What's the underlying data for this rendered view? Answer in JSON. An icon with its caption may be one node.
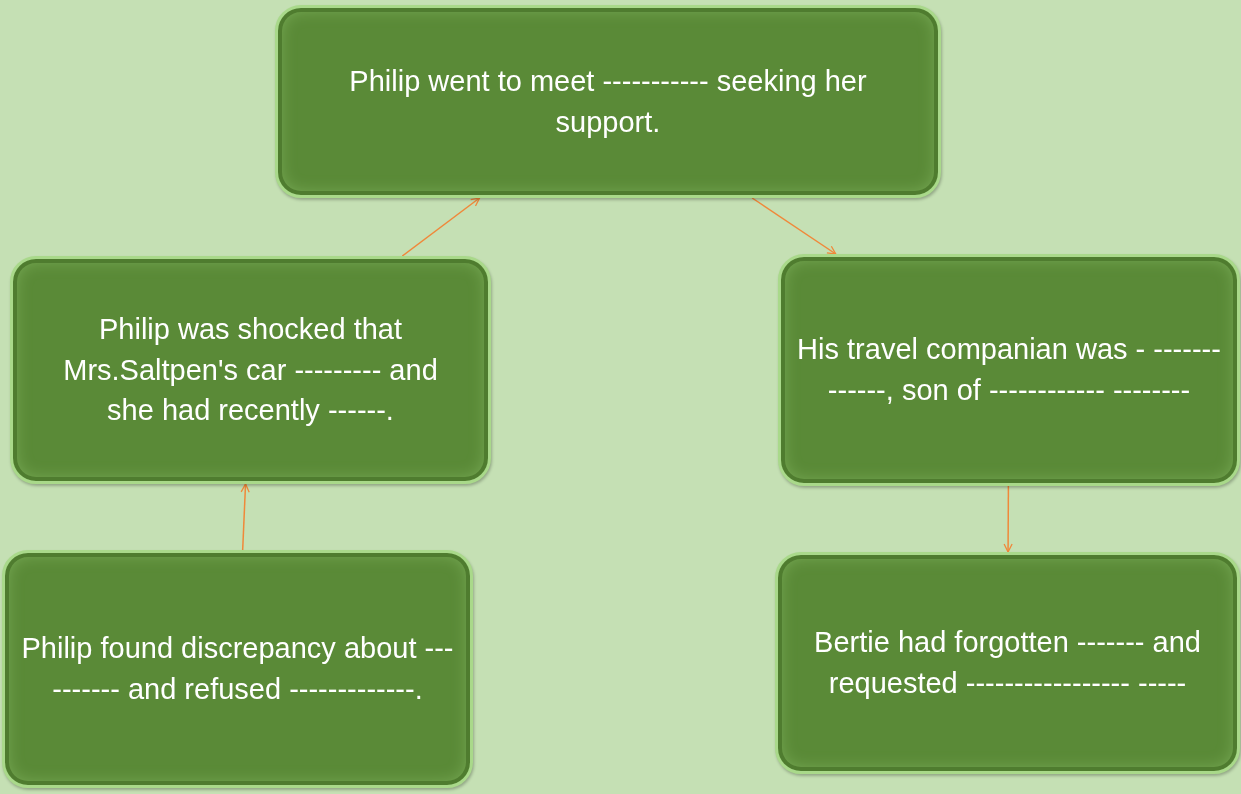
{
  "diagram": {
    "nodes": [
      {
        "text": [
          "Philip went to meet ----------- seeking her support."
        ]
      },
      {
        "text": [
          "Philip was shocked that Mrs.Saltpen's car --------- and she had recently ------."
        ]
      },
      {
        "text": [
          "His travel companian was - -------------, son of ------------ --------"
        ]
      },
      {
        "text": [
          "Philip found discrepancy about ---------- and  refused -------------."
        ]
      },
      {
        "text": [
          "Bertie had forgotten ------- and requested ----------------- -----"
        ]
      }
    ],
    "edges": [
      {
        "from": 3,
        "to": 1,
        "arrow": "to"
      },
      {
        "from": 1,
        "to": 0,
        "arrow": "to"
      },
      {
        "from": 0,
        "to": 2,
        "arrow": "to"
      },
      {
        "from": 2,
        "to": 4,
        "arrow": "to"
      }
    ]
  }
}
